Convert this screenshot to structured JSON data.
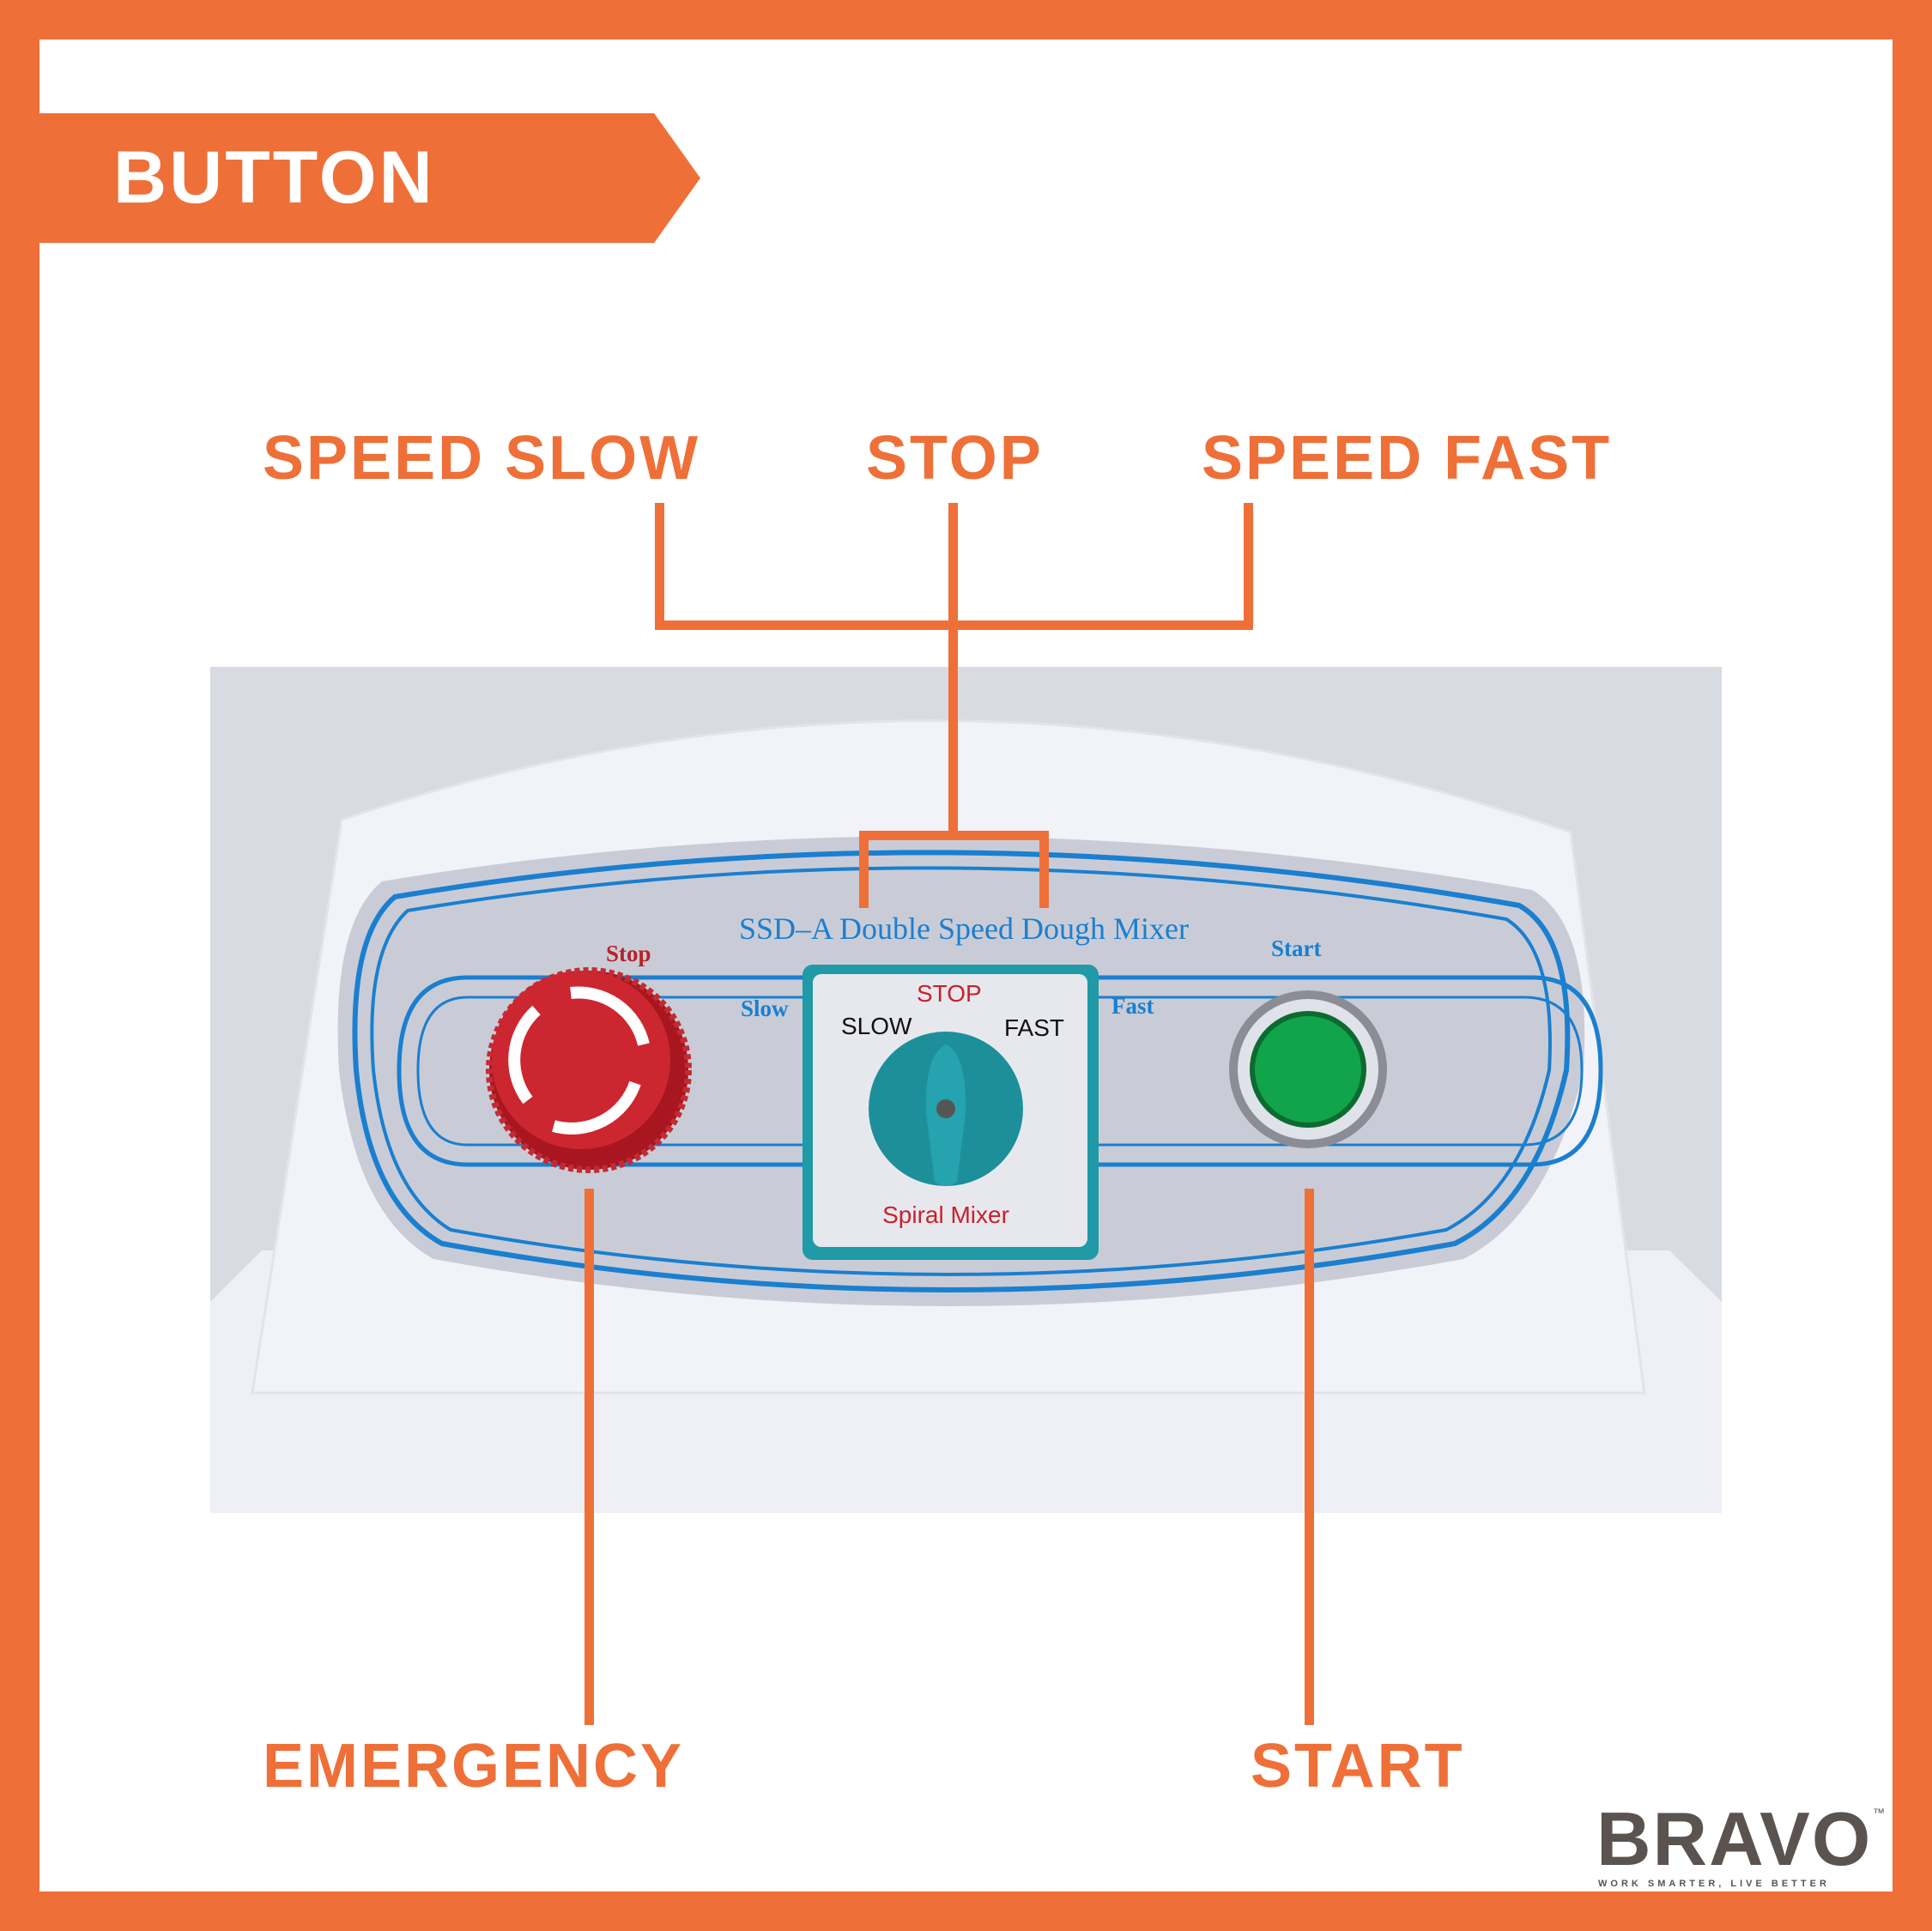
{
  "banner": {
    "title": "BUTTON"
  },
  "labels": {
    "speed_slow": "SPEED SLOW",
    "stop": "STOP",
    "speed_fast": "SPEED FAST",
    "emergency": "EMERGENCY",
    "start": "START"
  },
  "panel": {
    "model": "SSD–A Double Speed Dough Mixer",
    "stop": "Stop",
    "slow": "Slow",
    "fast": "Fast",
    "start": "Start",
    "switch": {
      "slow": "SLOW",
      "stop": "STOP",
      "fast": "FAST",
      "brand": "Spiral Mixer"
    }
  },
  "logo": {
    "name": "BRAVO",
    "tm": "™",
    "tagline": "WORK SMARTER, LIVE BETTER"
  },
  "colors": {
    "accent": "#EE7038",
    "panel_blue": "#1a7fd0",
    "knob": "#1f9aa6",
    "emergency_red": "#c8202a",
    "start_green": "#12a44a"
  }
}
